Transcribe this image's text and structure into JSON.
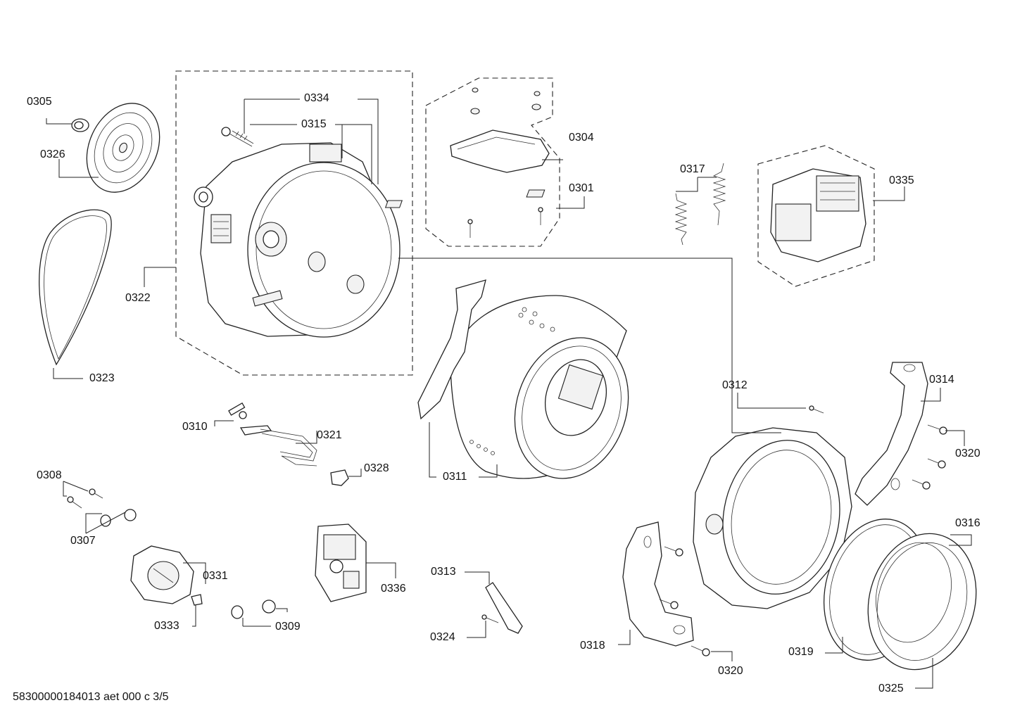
{
  "drawing_id": "58300000184013 aet 000 c 3/5",
  "labels": {
    "p0305": "0305",
    "p0326": "0326",
    "p0323": "0323",
    "p0322": "0322",
    "p0334": "0334",
    "p0315": "0315",
    "p0304": "0304",
    "p0301": "0301",
    "p0317": "0317",
    "p0335": "0335",
    "p0312": "0312",
    "p0314": "0314",
    "p0320a": "0320",
    "p0320b": "0320",
    "p0311": "0311",
    "p0310": "0310",
    "p0321": "0321",
    "p0328": "0328",
    "p0308": "0308",
    "p0307": "0307",
    "p0331": "0331",
    "p0333": "0333",
    "p0309": "0309",
    "p0336": "0336",
    "p0313": "0313",
    "p0324": "0324",
    "p0318": "0318",
    "p0316": "0316",
    "p0319": "0319",
    "p0325": "0325"
  }
}
